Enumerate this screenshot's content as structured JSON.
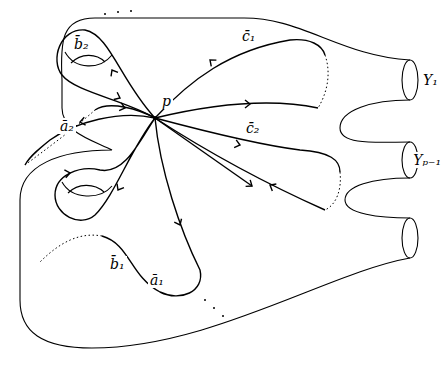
{
  "diagram": {
    "labels": [
      "b̄₂",
      "ā₂",
      "p",
      "c̄₁",
      "Υ₁",
      "Υₚ₋₁",
      "c̄₂",
      "b̄₁",
      "ā₁"
    ]
  }
}
